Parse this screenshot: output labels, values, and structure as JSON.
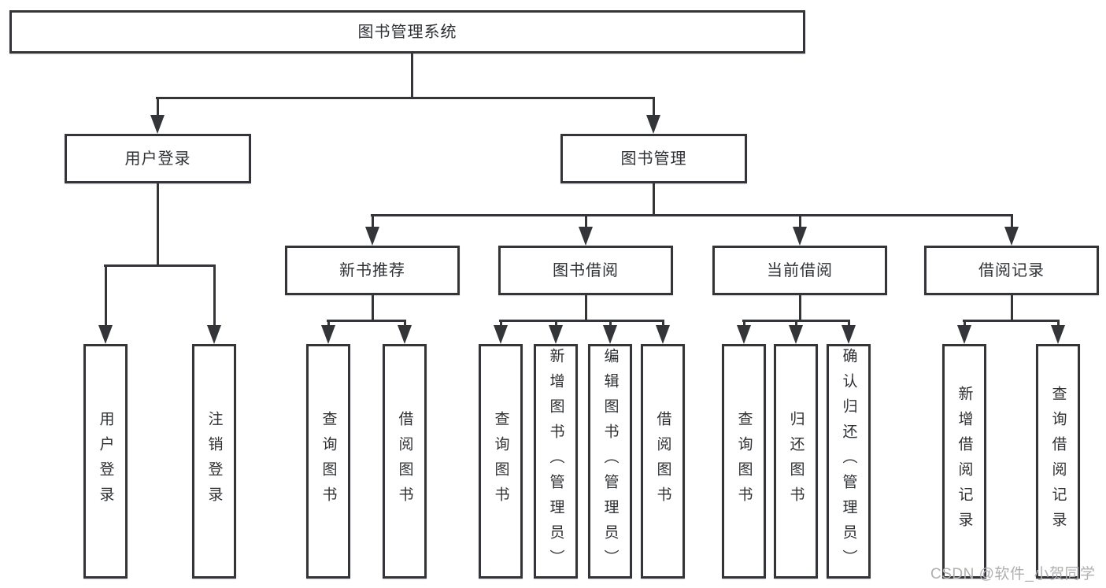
{
  "diagram_title": "图书管理系统",
  "tree": {
    "label": "图书管理系统",
    "children": [
      {
        "label": "用户登录",
        "children": [
          {
            "label": "用户登录"
          },
          {
            "label": "注销登录"
          }
        ]
      },
      {
        "label": "图书管理",
        "children": [
          {
            "label": "新书推荐",
            "children": [
              {
                "label": "查询图书"
              },
              {
                "label": "借阅图书"
              }
            ]
          },
          {
            "label": "图书借阅",
            "children": [
              {
                "label": "查询图书"
              },
              {
                "label": "新增图书（管理员）"
              },
              {
                "label": "编辑图书（管理员）"
              },
              {
                "label": "借阅图书"
              }
            ]
          },
          {
            "label": "当前借阅",
            "children": [
              {
                "label": "查询图书"
              },
              {
                "label": "归还图书"
              },
              {
                "label": "确认归还（管理员）"
              }
            ]
          },
          {
            "label": "借阅记录",
            "children": [
              {
                "label": "新增借阅记录"
              },
              {
                "label": "查询借阅记录"
              }
            ]
          }
        ]
      }
    ]
  },
  "watermark": {
    "text": "CSDN @软件_小贺同学"
  },
  "colors": {
    "line": "#333538",
    "text": "#2e3033",
    "background": "#ffffff",
    "watermark": "#b0b0b0"
  }
}
